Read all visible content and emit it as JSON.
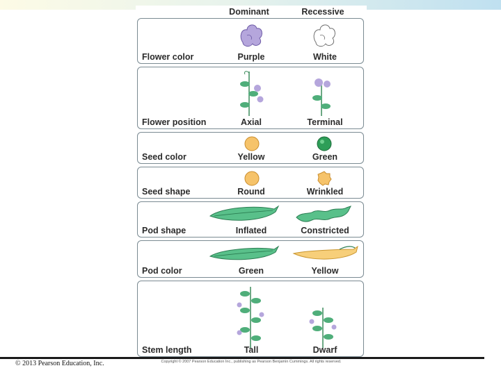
{
  "header": {
    "dominant_label": "Dominant",
    "recessive_label": "Recessive"
  },
  "traits": [
    {
      "name": "Flower color",
      "dominant": "Purple",
      "recessive": "White"
    },
    {
      "name": "Flower position",
      "dominant": "Axial",
      "recessive": "Terminal"
    },
    {
      "name": "Seed color",
      "dominant": "Yellow",
      "recessive": "Green"
    },
    {
      "name": "Seed shape",
      "dominant": "Round",
      "recessive": "Wrinkled"
    },
    {
      "name": "Pod shape",
      "dominant": "Inflated",
      "recessive": "Constricted"
    },
    {
      "name": "Pod color",
      "dominant": "Green",
      "recessive": "Yellow"
    },
    {
      "name": "Stem length",
      "dominant": "Tall",
      "recessive": "Dwarf"
    }
  ],
  "figure_credit": "Copyright © 2007 Pearson Education Inc., publishing as Pearson Benjamin Cummings. All rights reserved.",
  "course_copyright": "© 2013 Pearson Education, Inc.",
  "colors": {
    "purple": "#b5a6dc",
    "leaf": "#4fae7a",
    "yellow_seed": "#f6c36a",
    "green_seed": "#2e9e58",
    "pod_green": "#59c08a",
    "pod_yellow": "#f7cf7a"
  }
}
